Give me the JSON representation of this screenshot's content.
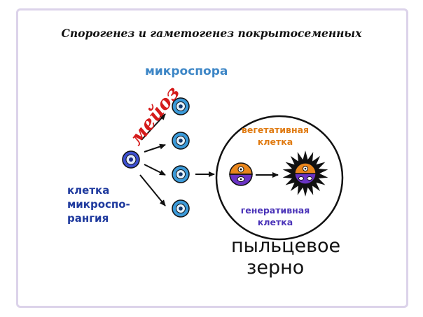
{
  "title": "Спорогенез и гаметогенез покрытосеменных",
  "labels": {
    "microspore": "микроспора",
    "meiosis": "мейоз",
    "microsporangium_cell_line1": "клетка",
    "microsporangium_cell_line2": "микроспо-",
    "microsporangium_cell_line3": "рангия",
    "vegetative_cell_line1": "вегетативная",
    "vegetative_cell_line2": "клетка",
    "generative_cell_line1": "генеративная",
    "generative_cell_line2": "клетка",
    "pollen_grain_line1": "пыльцевое",
    "pollen_grain_line2": "зерно"
  },
  "colors": {
    "microspore_cell": "#3b9ad9",
    "mother_cell_outer": "#2d3fb3",
    "vegetative": "#e9861c",
    "generative": "#6a33c4",
    "meiosis": "#d51a1a",
    "frame": "#dcd3ea"
  }
}
